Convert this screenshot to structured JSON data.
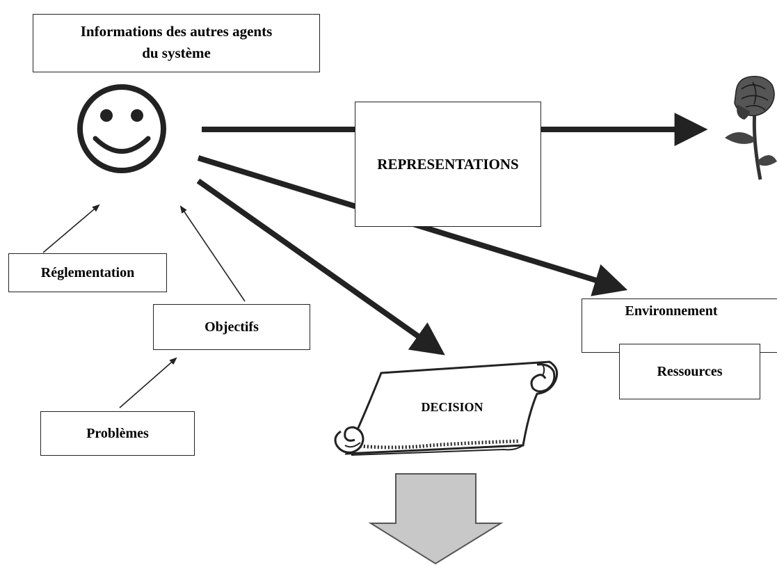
{
  "nodes": {
    "informations": {
      "line1": "Informations des autres agents",
      "line2": "du système"
    },
    "representations": "REPRESENTATIONS",
    "reglementation": "Réglementation",
    "objectifs": "Objectifs",
    "problemes": "Problèmes",
    "environnement": "Environnement",
    "ressources": "Ressources",
    "decision": "DECISION"
  },
  "icons": {
    "agent": "smiley-face-icon",
    "goal": "rose-icon",
    "decision": "scroll-icon",
    "outcome": "down-arrow-icon"
  },
  "colors": {
    "line": "#222222",
    "outcome_arrow_fill": "#c8c8c8",
    "rose_dark": "#333333"
  }
}
